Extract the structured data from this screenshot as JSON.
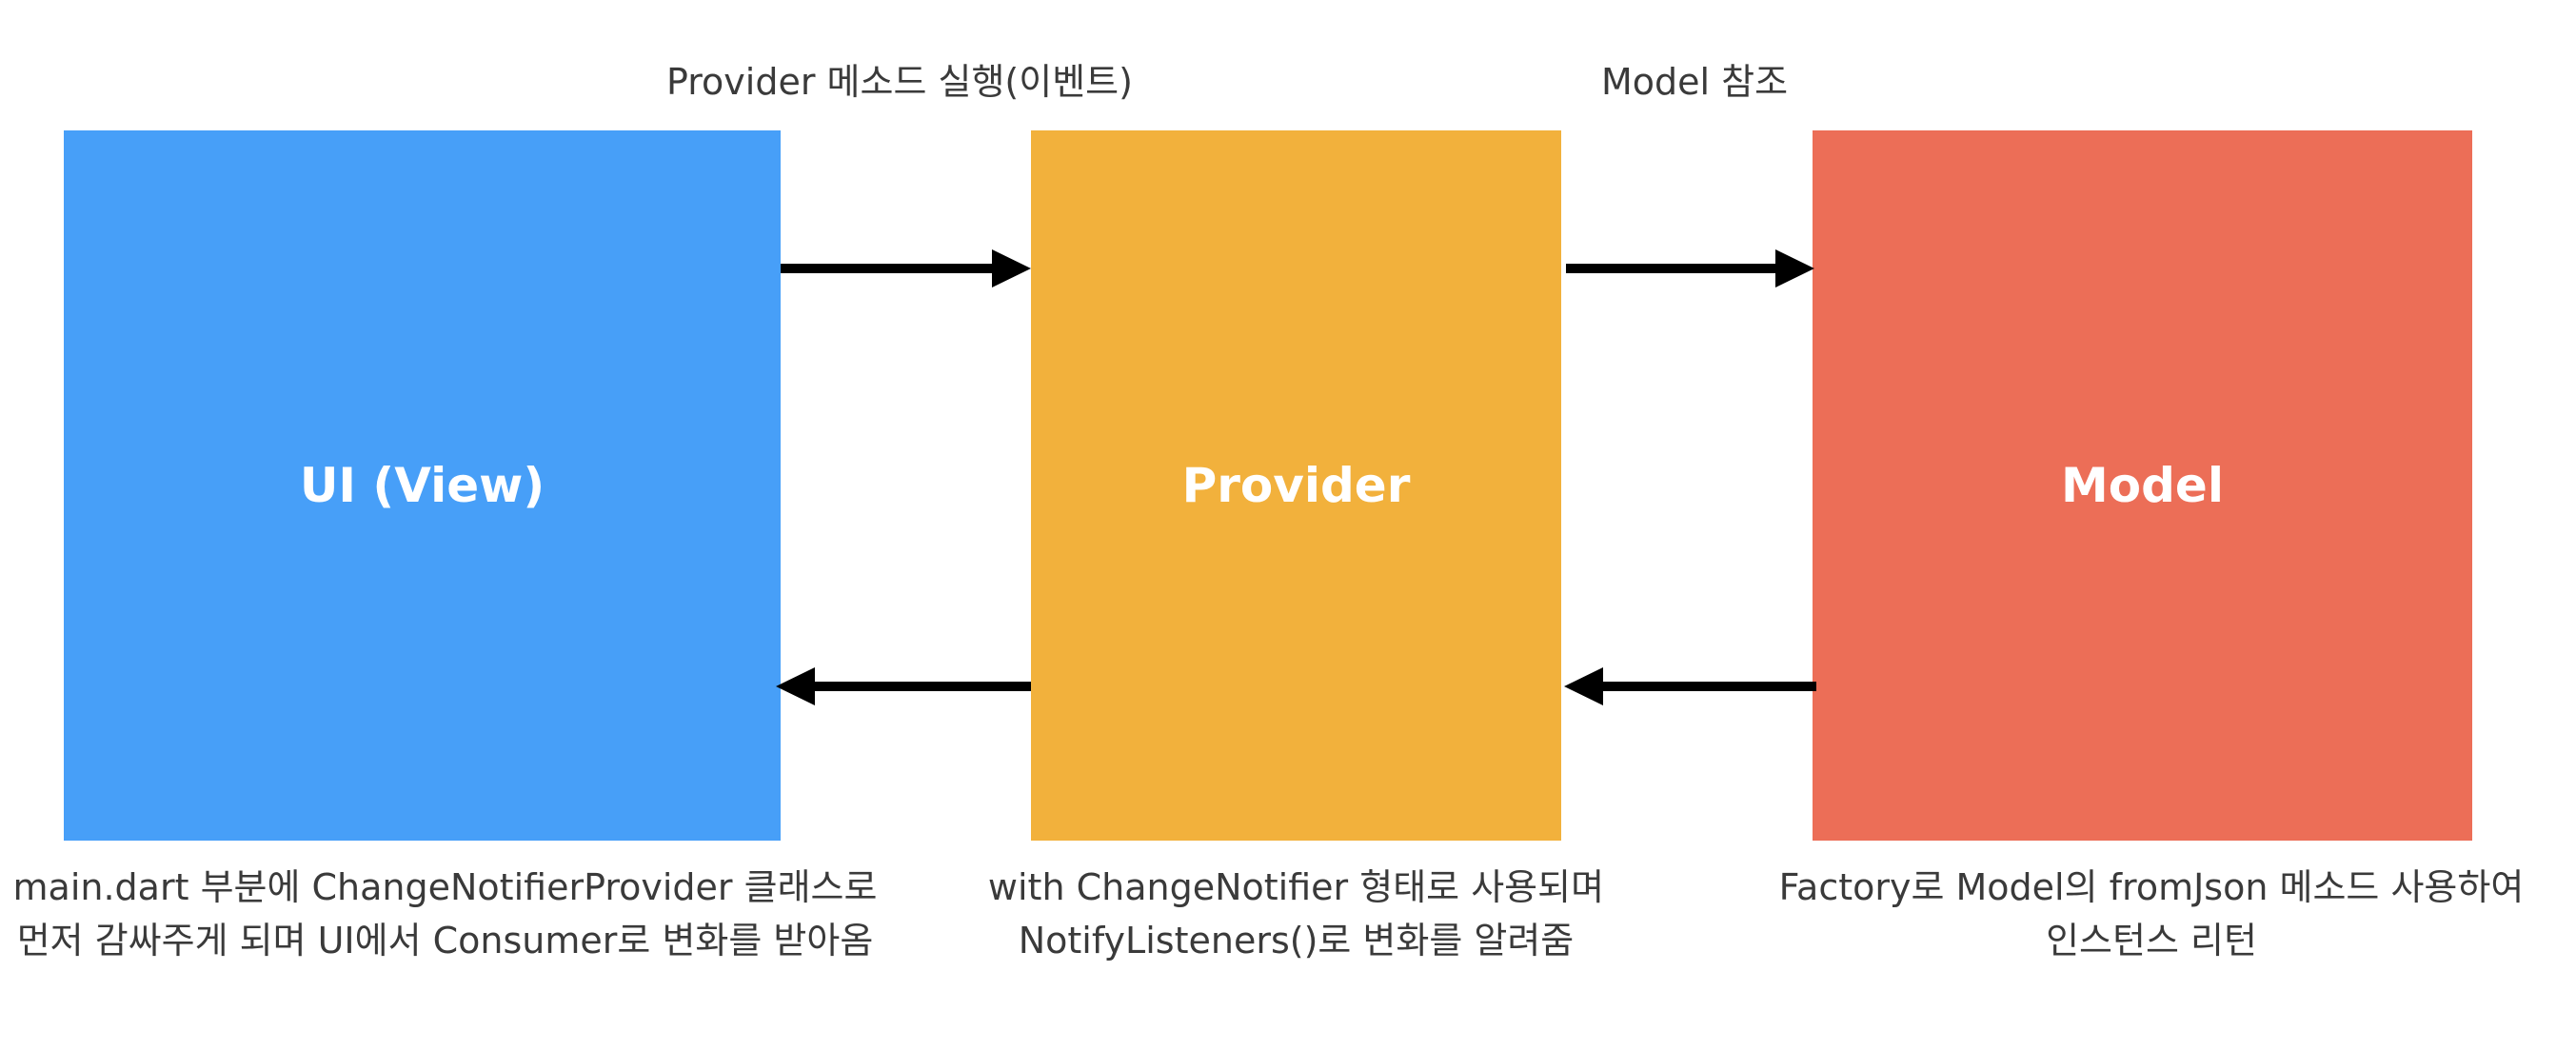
{
  "colors": {
    "ui_box": "#479ff8",
    "provider_box": "#f2b13c",
    "model_box": "#ec6e57",
    "arrow": "#000000",
    "label_text": "#3a3a3a"
  },
  "boxes": {
    "ui": {
      "title": "UI (View)"
    },
    "provider": {
      "title": "Provider"
    },
    "model": {
      "title": "Model"
    }
  },
  "edges": {
    "ui_to_provider": {
      "label": "Provider 메소드 실행(이벤트)"
    },
    "provider_to_model": {
      "label": "Model 참조"
    },
    "model_to_provider": {
      "label": ""
    },
    "provider_to_ui": {
      "label": ""
    }
  },
  "notes": {
    "ui": {
      "line1": "main.dart 부분에 ChangeNotifierProvider 클래스로",
      "line2": "먼저 감싸주게 되며 UI에서 Consumer로 변화를 받아옴"
    },
    "provider": {
      "line1": "with ChangeNotifier 형태로 사용되며",
      "line2": "NotifyListeners()로 변화를 알려줌"
    },
    "model": {
      "line1": "Factory로 Model의 fromJson 메소드 사용하여",
      "line2": "인스턴스 리턴"
    }
  }
}
